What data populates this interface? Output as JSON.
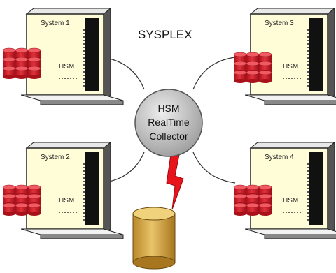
{
  "title": "SYSPLEX",
  "hub": {
    "line1": "HSM",
    "line2": "RealTime",
    "line3": "Collector"
  },
  "systems": [
    {
      "name": "System 1",
      "app": "HSM"
    },
    {
      "name": "System 2",
      "app": "HSM"
    },
    {
      "name": "System 3",
      "app": "HSM"
    },
    {
      "name": "System 4",
      "app": "HSM"
    }
  ],
  "colors": {
    "screen": "#fffdd8",
    "disk": "#d81f2a",
    "hub": "#bdbdbd",
    "database": "#d6a63c",
    "lightning": "#e8141c"
  }
}
